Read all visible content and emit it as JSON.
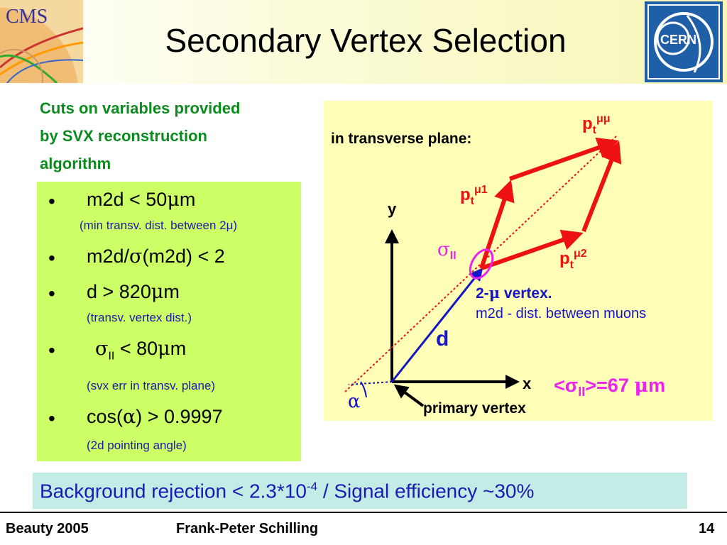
{
  "header": {
    "title": "Secondary Vertex Selection",
    "cms_logo_text": "CMS",
    "cern_logo_text": "CERN"
  },
  "subtitle": {
    "line1": "Cuts on variables provided",
    "line2": "by SVX reconstruction",
    "line3": "algorithm"
  },
  "cuts": {
    "bullet": "•",
    "items": [
      {
        "pre": "m2d < 50",
        "mu": "μ",
        "post": "m",
        "note": "(min transv. dist. between 2",
        "note_mu": "μ",
        "note_end": ")"
      },
      {
        "pre": "m2d/",
        "sigma": "σ",
        "post": "(m2d) < 2"
      },
      {
        "pre": "d > 820",
        "mu": "μ",
        "post": "m",
        "note": "(transv. vertex dist.)"
      },
      {
        "sigma": "σ",
        "sub": "II",
        "pre": " < 80",
        "mu": "μ",
        "post": "m",
        "note": "(svx err in transv. plane)"
      },
      {
        "pre": "cos(",
        "alpha": "α",
        "post": ") > 0.9997",
        "note": "(2d pointing angle)"
      }
    ]
  },
  "diagram": {
    "heading": "in transverse plane:",
    "pt": "p",
    "pt_sub": "t",
    "pt_mumu_sup": "μμ",
    "pt_mu1_sup": "μ1",
    "pt_mu2_sup": "μ2",
    "sigma_label": "σ",
    "sigma_sub": "II",
    "y_axis": "y",
    "x_axis": "x",
    "vertex_line1_pre": "2-",
    "vertex_line1_mu": "μ",
    "vertex_line1_post": " vertex.",
    "vertex_line2": "m2d - dist. between muons",
    "d_label": "d",
    "alpha_label": "α",
    "primary_vertex": "primary vertex",
    "mean_sigma_pre": "<σ",
    "mean_sigma_sub": "II",
    "mean_sigma_post": ">=67 ",
    "mean_sigma_mu": "μ",
    "mean_sigma_unit": "m"
  },
  "summary": {
    "pre": "Background rejection < 2.3*10",
    "sup": "-4",
    "post": " / Signal efficiency ~30%"
  },
  "footer": {
    "left": "Beauty 2005",
    "center": "Frank-Peter Schilling",
    "page": "14"
  },
  "colors": {
    "subtitle": "#0b8a1e",
    "cuts_bg": "#ccff66",
    "diagram_bg": "#ffffb8",
    "summary_bg": "#c3ece6",
    "arrow_red": "#ee1111",
    "vertex_blue": "#1515c8",
    "ellipse_magenta": "#ee22ee"
  }
}
